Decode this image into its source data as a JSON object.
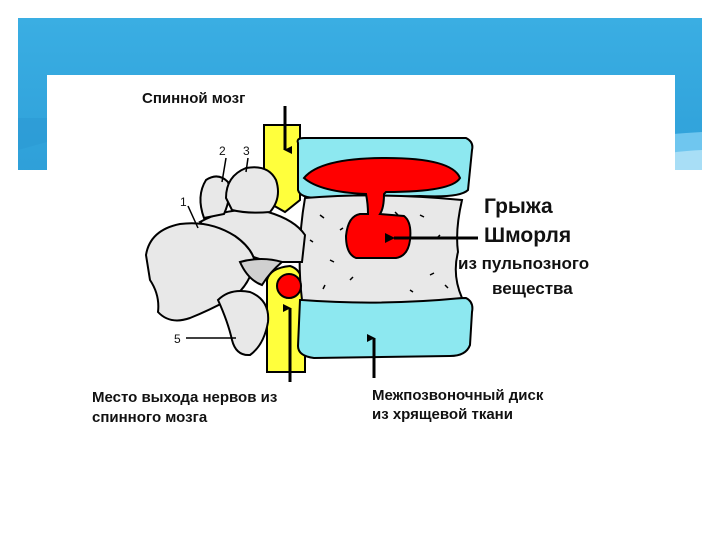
{
  "slide": {
    "header_color": "#39b0e6",
    "header_light_color": "#8ad3f2"
  },
  "diagram": {
    "label_spinal_cord": "Спинной мозг",
    "label_hernia_line1": "Грыжа",
    "label_hernia_line2": "Шморля",
    "label_pulpous_line1": "из пульпозного",
    "label_pulpous_line2": "вещества",
    "label_nerve_exit_line1": "Место выхода нервов из",
    "label_nerve_exit_line2": "спинного мозга",
    "label_disc_line1": "Межпозвоночный диск",
    "label_disc_line2": "из хрящевой ткани",
    "markers": [
      "1",
      "2",
      "3",
      "5"
    ],
    "colors": {
      "spinal_canal": "#ffff3c",
      "disc_cartilage": "#8de8f0",
      "hernia": "#ff0000",
      "bone": "#e8e8e8"
    }
  }
}
